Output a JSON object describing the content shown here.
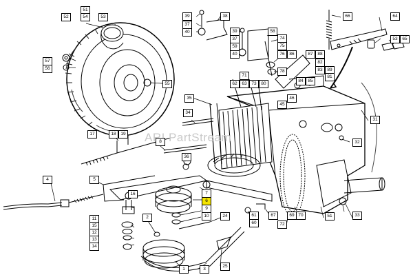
{
  "watermark": "ARI PartStream",
  "highlight_color": "#f4e400",
  "callouts": [
    {
      "id": "c1",
      "text": "51"
    },
    {
      "id": "c2",
      "text": "54"
    },
    {
      "id": "c3",
      "text": "53"
    },
    {
      "id": "c4",
      "text": "52"
    },
    {
      "id": "c5",
      "text": "57"
    },
    {
      "id": "c6",
      "text": "56"
    },
    {
      "id": "c7",
      "text": "55"
    },
    {
      "id": "c8",
      "text": "39"
    },
    {
      "id": "c9",
      "text": "37"
    },
    {
      "id": "c10",
      "text": "40"
    },
    {
      "id": "c11",
      "text": "38"
    },
    {
      "id": "c12",
      "text": "39"
    },
    {
      "id": "c13",
      "text": "37"
    },
    {
      "id": "c14",
      "text": "59"
    },
    {
      "id": "c15",
      "text": "40"
    },
    {
      "id": "c16",
      "text": "58"
    },
    {
      "id": "c17",
      "text": "74"
    },
    {
      "id": "c18",
      "text": "75"
    },
    {
      "id": "c19",
      "text": "76"
    },
    {
      "id": "c20",
      "text": "78"
    },
    {
      "id": "c21",
      "text": "86"
    },
    {
      "id": "c22",
      "text": "87"
    },
    {
      "id": "c23",
      "text": "88"
    },
    {
      "id": "c24",
      "text": "82"
    },
    {
      "id": "c25",
      "text": "83"
    },
    {
      "id": "c26",
      "text": "89"
    },
    {
      "id": "c27",
      "text": "81"
    },
    {
      "id": "c28",
      "text": "84"
    },
    {
      "id": "c29",
      "text": "85"
    },
    {
      "id": "c30",
      "text": "66"
    },
    {
      "id": "c31",
      "text": "64"
    },
    {
      "id": "c32",
      "text": "53"
    },
    {
      "id": "c33",
      "text": "65"
    },
    {
      "id": "c34",
      "text": "71"
    },
    {
      "id": "c35",
      "text": "62"
    },
    {
      "id": "c36",
      "text": "63"
    },
    {
      "id": "c37",
      "text": "73"
    },
    {
      "id": "c38",
      "text": "80"
    },
    {
      "id": "c39",
      "text": "35"
    },
    {
      "id": "c40",
      "text": "46"
    },
    {
      "id": "c41",
      "text": "45"
    },
    {
      "id": "c42",
      "text": "34"
    },
    {
      "id": "c43",
      "text": "31"
    },
    {
      "id": "c44",
      "text": "17"
    },
    {
      "id": "c45",
      "text": "18"
    },
    {
      "id": "c46",
      "text": "19"
    },
    {
      "id": "c47",
      "text": "8"
    },
    {
      "id": "c48",
      "text": "36"
    },
    {
      "id": "c49",
      "text": "32"
    },
    {
      "id": "c50",
      "text": "4"
    },
    {
      "id": "c51",
      "text": "5"
    },
    {
      "id": "c52",
      "text": "7"
    },
    {
      "id": "c53",
      "text": "6"
    },
    {
      "id": "c54",
      "text": "16"
    },
    {
      "id": "c55",
      "text": "9"
    },
    {
      "id": "c56",
      "text": "10"
    },
    {
      "id": "c57",
      "text": "11"
    },
    {
      "id": "c58",
      "text": "15"
    },
    {
      "id": "c59",
      "text": "12"
    },
    {
      "id": "c60",
      "text": "13"
    },
    {
      "id": "c61",
      "text": "14"
    },
    {
      "id": "c62",
      "text": "2"
    },
    {
      "id": "c63",
      "text": "24"
    },
    {
      "id": "c64",
      "text": "61"
    },
    {
      "id": "c65",
      "text": "60"
    },
    {
      "id": "c66",
      "text": "67"
    },
    {
      "id": "c67",
      "text": "69"
    },
    {
      "id": "c68",
      "text": "70"
    },
    {
      "id": "c69",
      "text": "72"
    },
    {
      "id": "c70",
      "text": "51"
    },
    {
      "id": "c71",
      "text": "33"
    },
    {
      "id": "c72",
      "text": "1"
    },
    {
      "id": "c73",
      "text": "3"
    },
    {
      "id": "c74",
      "text": "25"
    }
  ]
}
